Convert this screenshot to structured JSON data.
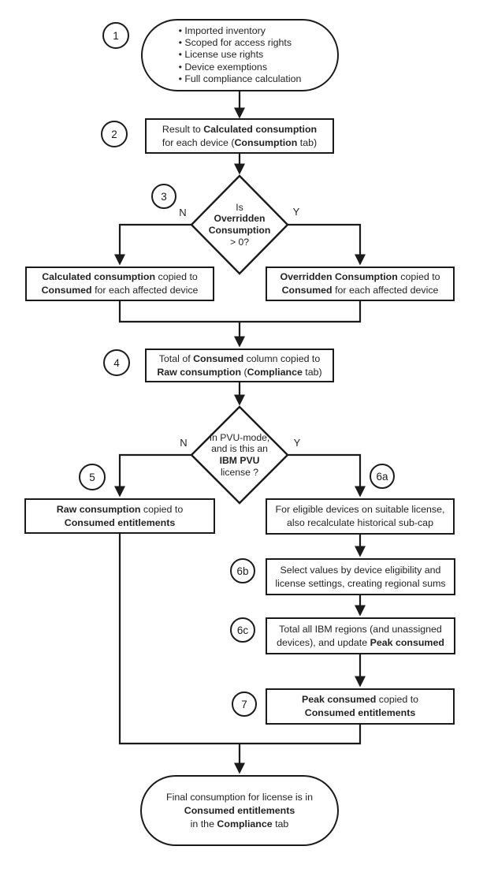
{
  "colors": {
    "ink": "#1b1b1b",
    "text": "#232323",
    "background": "#ffffff"
  },
  "badges": {
    "b1": "1",
    "b2": "2",
    "b3": "3",
    "b4": "4",
    "b5": "5",
    "b6a": "6a",
    "b6b": "6b",
    "b6c": "6c",
    "b7": "7"
  },
  "branches": {
    "d1_no": "N",
    "d1_yes": "Y",
    "d2_no": "N",
    "d2_yes": "Y"
  },
  "nodes": {
    "start": {
      "bullet": "•",
      "items": [
        "Imported inventory",
        "Scoped for access rights",
        "License use rights",
        "Device exemptions",
        "Full compliance calculation"
      ]
    },
    "result": {
      "lines": [
        [
          {
            "b": 0,
            "t": "Result to "
          },
          {
            "b": 1,
            "t": "Calculated consumption"
          }
        ],
        [
          {
            "b": 0,
            "t": "for each device ("
          },
          {
            "b": 1,
            "t": "Consumption"
          },
          {
            "b": 0,
            "t": " tab)"
          }
        ]
      ]
    },
    "decision_overridden": {
      "lines": [
        [
          {
            "b": 0,
            "t": "Is"
          }
        ],
        [
          {
            "b": 1,
            "t": "Overridden"
          }
        ],
        [
          {
            "b": 1,
            "t": "Consumption"
          }
        ],
        [
          {
            "b": 0,
            "t": "> 0?"
          }
        ]
      ]
    },
    "calculated_copied": {
      "lines": [
        [
          {
            "b": 1,
            "t": "Calculated consumption"
          },
          {
            "b": 0,
            "t": " copied to"
          }
        ],
        [
          {
            "b": 1,
            "t": "Consumed"
          },
          {
            "b": 0,
            "t": " for each affected device"
          }
        ]
      ]
    },
    "overridden_copied": {
      "lines": [
        [
          {
            "b": 1,
            "t": "Overridden Consumption"
          },
          {
            "b": 0,
            "t": " copied to"
          }
        ],
        [
          {
            "b": 1,
            "t": "Consumed"
          },
          {
            "b": 0,
            "t": " for each affected device"
          }
        ]
      ]
    },
    "total_consumed": {
      "lines": [
        [
          {
            "b": 0,
            "t": "Total of "
          },
          {
            "b": 1,
            "t": "Consumed"
          },
          {
            "b": 0,
            "t": " column copied to"
          }
        ],
        [
          {
            "b": 1,
            "t": "Raw consumption"
          },
          {
            "b": 0,
            "t": " ("
          },
          {
            "b": 1,
            "t": "Compliance"
          },
          {
            "b": 0,
            "t": " tab)"
          }
        ]
      ]
    },
    "decision_pvu": {
      "lines": [
        [
          {
            "b": 0,
            "t": "In PVU-mode,"
          }
        ],
        [
          {
            "b": 0,
            "t": "and is this an"
          }
        ],
        [
          {
            "b": 1,
            "t": "IBM PVU"
          }
        ],
        [
          {
            "b": 0,
            "t": "license ?"
          }
        ]
      ]
    },
    "raw_copied": {
      "lines": [
        [
          {
            "b": 1,
            "t": "Raw consumption"
          },
          {
            "b": 0,
            "t": " copied to"
          }
        ],
        [
          {
            "b": 1,
            "t": "Consumed entitlements"
          }
        ]
      ]
    },
    "eligible_devices": {
      "lines": [
        [
          {
            "b": 0,
            "t": "For eligible devices on suitable license,"
          }
        ],
        [
          {
            "b": 0,
            "t": "also recalculate historical sub-cap"
          }
        ]
      ]
    },
    "select_values": {
      "lines": [
        [
          {
            "b": 0,
            "t": "Select values by device eligibility and"
          }
        ],
        [
          {
            "b": 0,
            "t": "license settings, creating regional sums"
          }
        ]
      ]
    },
    "total_regions": {
      "lines": [
        [
          {
            "b": 0,
            "t": "Total all IBM regions (and unassigned"
          }
        ],
        [
          {
            "b": 0,
            "t": "devices), and update "
          },
          {
            "b": 1,
            "t": "Peak consumed"
          }
        ]
      ]
    },
    "peak_copied": {
      "lines": [
        [
          {
            "b": 1,
            "t": "Peak consumed"
          },
          {
            "b": 0,
            "t": " copied to"
          }
        ],
        [
          {
            "b": 1,
            "t": "Consumed entitlements"
          }
        ]
      ]
    },
    "final": {
      "lines": [
        [
          {
            "b": 0,
            "t": "Final consumption for license is in"
          }
        ],
        [
          {
            "b": 1,
            "t": "Consumed entitlements"
          }
        ],
        [
          {
            "b": 0,
            "t": "in the "
          },
          {
            "b": 1,
            "t": "Compliance"
          },
          {
            "b": 0,
            "t": " tab"
          }
        ]
      ]
    }
  }
}
